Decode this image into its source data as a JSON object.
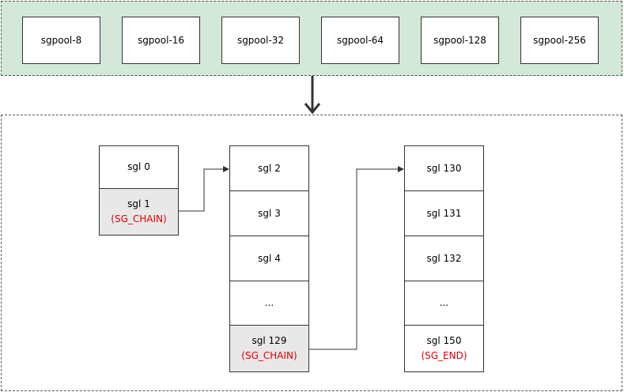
{
  "pools": [
    "sgpool-8",
    "sgpool-16",
    "sgpool-32",
    "sgpool-64",
    "sgpool-128",
    "sgpool-256"
  ],
  "col1": [
    {
      "label": "sgl 0"
    },
    {
      "label": "sgl 1",
      "tag": "(SG_CHAIN)"
    }
  ],
  "col2": [
    {
      "label": "sgl 2"
    },
    {
      "label": "sgl 3"
    },
    {
      "label": "sgl 4"
    },
    {
      "label": "..."
    },
    {
      "label": "sgl 129",
      "tag": "(SG_CHAIN)"
    }
  ],
  "col3": [
    {
      "label": "sgl 130"
    },
    {
      "label": "sgl 131"
    },
    {
      "label": "sgl 132"
    },
    {
      "label": "..."
    },
    {
      "label": "sgl 150",
      "tag": "(SG_END)"
    }
  ],
  "colors": {
    "pool_bg": "#d3e8d9",
    "chain_bg": "#e8e8e8",
    "tag_red": "#e00000"
  }
}
